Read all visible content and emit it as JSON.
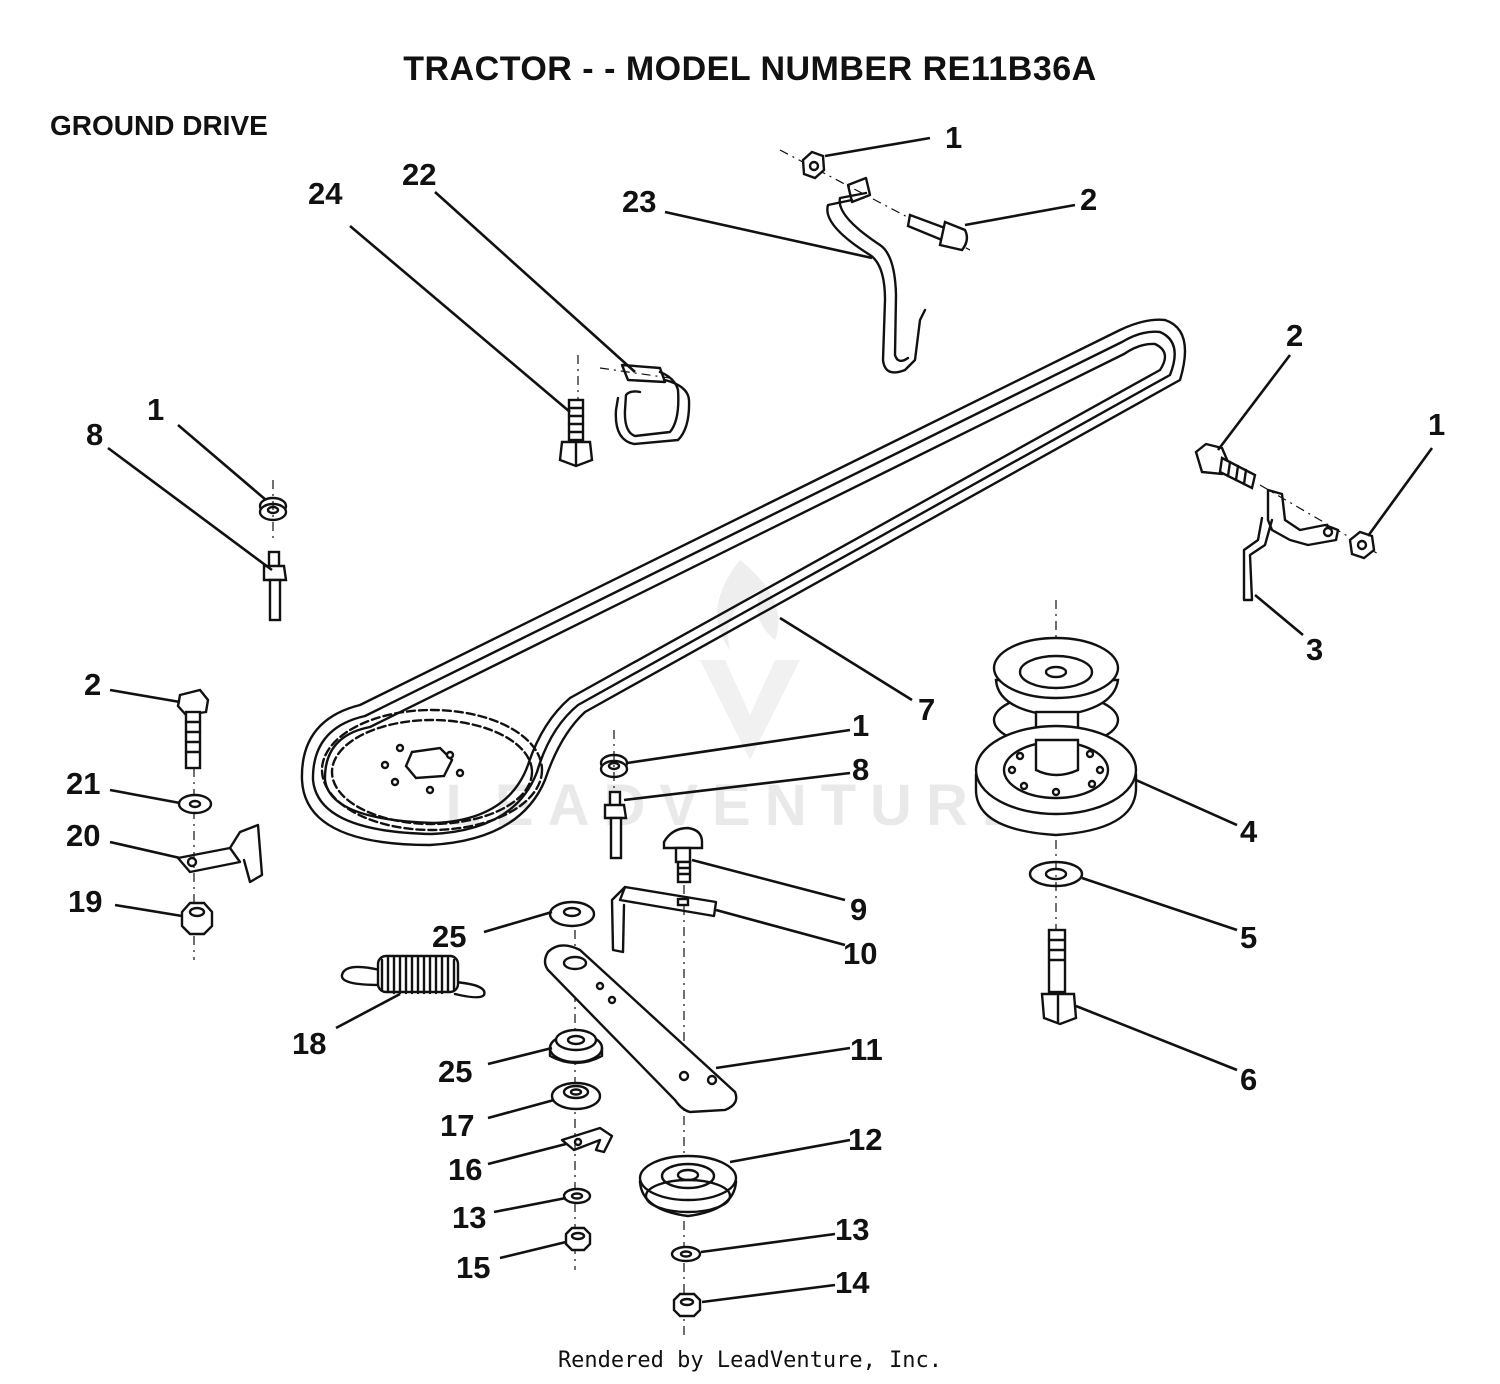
{
  "header": {
    "title": "TRACTOR - - MODEL NUMBER RE11B36A",
    "section": "GROUND DRIVE"
  },
  "watermark": "LEADVENTURE",
  "footer": "Rendered by LeadVenture, Inc.",
  "callouts": {
    "c1a": "1",
    "c1b": "1",
    "c1c": "1",
    "c1d": "1",
    "c2a": "2",
    "c2b": "2",
    "c2c": "2",
    "c3": "3",
    "c4": "4",
    "c5": "5",
    "c6": "6",
    "c7": "7",
    "c8a": "8",
    "c8b": "8",
    "c9": "9",
    "c10": "10",
    "c11": "11",
    "c12": "12",
    "c13a": "13",
    "c13b": "13",
    "c14": "14",
    "c15": "15",
    "c16": "16",
    "c17": "17",
    "c18": "18",
    "c19": "19",
    "c20": "20",
    "c21": "21",
    "c22": "22",
    "c23": "23",
    "c24": "24",
    "c25a": "25",
    "c25b": "25"
  }
}
